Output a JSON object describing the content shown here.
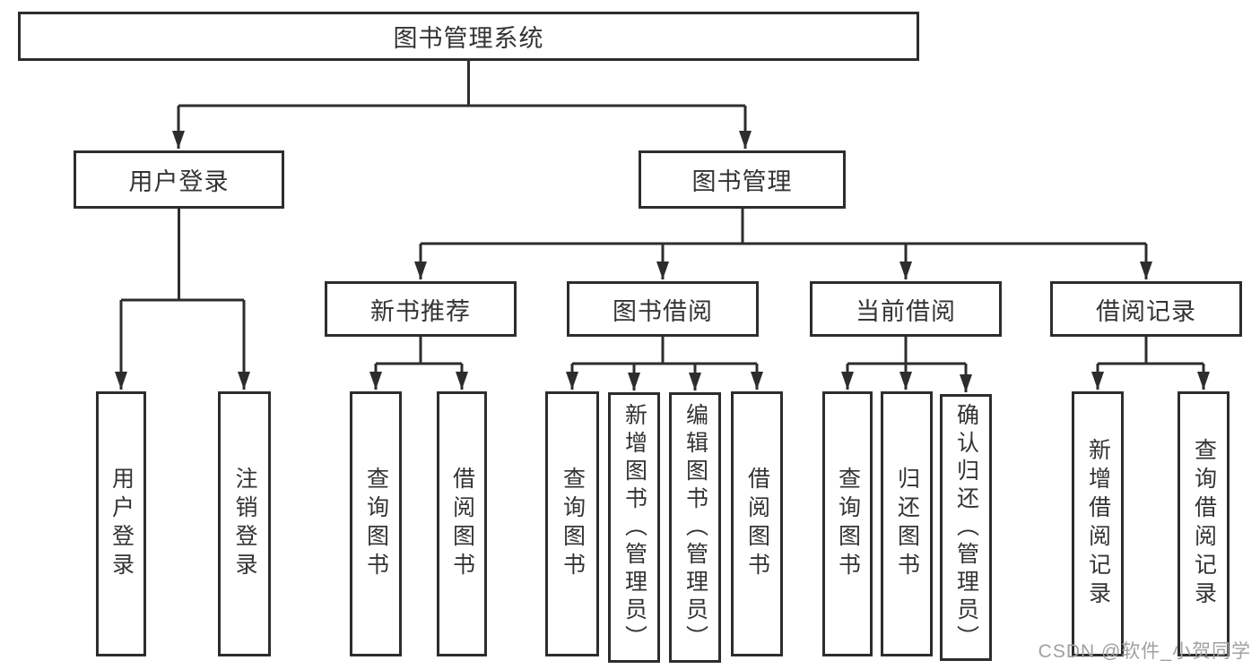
{
  "diagram": {
    "type": "hierarchy-tree",
    "colors": {
      "line": "#2d2d2d",
      "text": "#333333",
      "background": "#ffffff"
    },
    "root": {
      "label": "图书管理系统",
      "children": [
        {
          "label": "用户登录",
          "children": [
            {
              "label": "用户登录"
            },
            {
              "label": "注销登录"
            }
          ]
        },
        {
          "label": "图书管理",
          "children": [
            {
              "label": "新书推荐",
              "children": [
                {
                  "label": "查询图书"
                },
                {
                  "label": "借阅图书"
                }
              ]
            },
            {
              "label": "图书借阅",
              "children": [
                {
                  "label": "查询图书"
                },
                {
                  "label": "新增图书（管理员）"
                },
                {
                  "label": "编辑图书（管理员）"
                },
                {
                  "label": "借阅图书"
                }
              ]
            },
            {
              "label": "当前借阅",
              "children": [
                {
                  "label": "查询图书"
                },
                {
                  "label": "归还图书"
                },
                {
                  "label": "确认归还（管理员）"
                }
              ]
            },
            {
              "label": "借阅记录",
              "children": [
                {
                  "label": "新增借阅记录"
                },
                {
                  "label": "查询借阅记录"
                }
              ]
            }
          ]
        }
      ]
    }
  },
  "watermark": {
    "text": "CSDN @软件_小贺同学",
    "color": "#a0a0a0"
  }
}
